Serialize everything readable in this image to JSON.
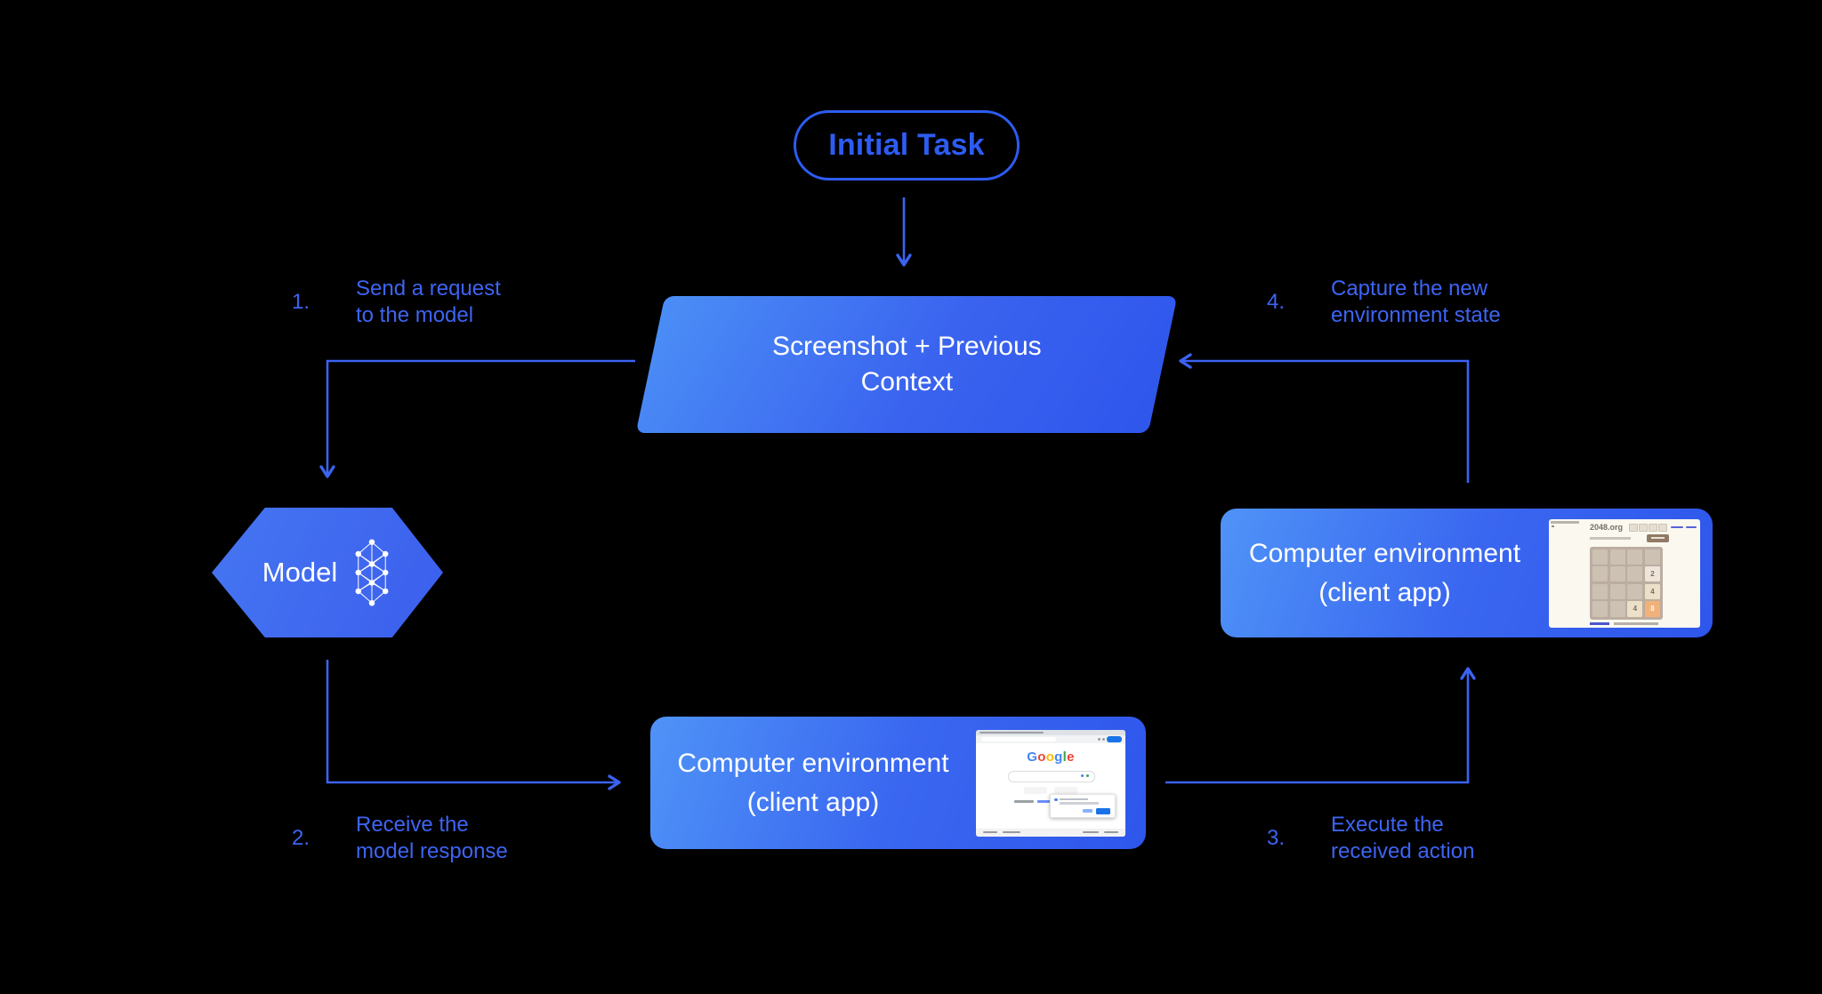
{
  "diagram": {
    "initial_task": "Initial Task",
    "screenshot_context": "Screenshot + Previous\nContext",
    "model_label": "Model",
    "env_box": {
      "title": "Computer environment",
      "subtitle": "(client app)"
    },
    "steps": [
      {
        "num": "1.",
        "text": "Send a request\nto the model"
      },
      {
        "num": "2.",
        "text": "Receive the\nmodel response"
      },
      {
        "num": "3.",
        "text": "Execute the\nreceived action"
      },
      {
        "num": "4.",
        "text": "Capture the new\nenvironment state"
      }
    ]
  },
  "mini_google": {
    "logo": "Google",
    "logo_colors": [
      "#4285F4",
      "#EA4335",
      "#FBBC05",
      "#4285F4",
      "#34A853",
      "#EA4335"
    ],
    "accent": "#1a73e8"
  },
  "mini_2048": {
    "site": "2048.org",
    "grid_size": 4,
    "tiles": [
      {
        "row": 2,
        "col": 4,
        "value": "2"
      },
      {
        "row": 3,
        "col": 4,
        "value": "4"
      },
      {
        "row": 4,
        "col": 3,
        "value": "4"
      },
      {
        "row": 4,
        "col": 4,
        "value": "8"
      }
    ],
    "colors": {
      "board": "#bbada0",
      "cell": "#cdc1b4",
      "tile2": "#eee4da",
      "tile4": "#ede0c8",
      "tile8": "#f2b179",
      "tile_text": "#776e65",
      "tile8_text": "#f9f6f2"
    }
  },
  "colors": {
    "background": "#000000",
    "line_blue": "#3b63f1",
    "label_blue": "#3e64f2",
    "pill_blue": "#2d5cf3",
    "shape_gradient_start": "#4b8ef6",
    "shape_gradient_end": "#2f56ec"
  }
}
